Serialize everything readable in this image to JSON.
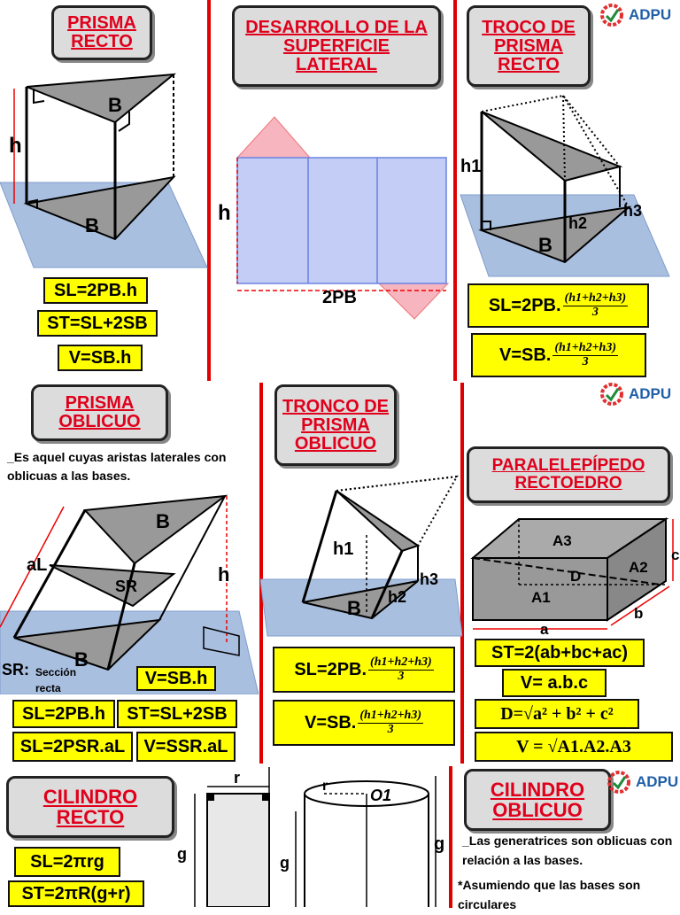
{
  "logo": {
    "text": "ADPU"
  },
  "sections": {
    "prisma_recto": {
      "title": "PRISMA RECTO",
      "labels": {
        "h": "h",
        "b_top": "B",
        "b_bottom": "B"
      },
      "formulas": [
        "SL=2PB.h",
        "ST=SL+2SB",
        "V=SB.h"
      ]
    },
    "desarrollo": {
      "title": "DESARROLLO DE LA SUPERFICIE LATERAL",
      "labels": {
        "h": "h",
        "perimeter": "2PB"
      }
    },
    "troco": {
      "title": "TROCO DE PRISMA RECTO",
      "labels": {
        "h1": "h1",
        "h2": "h2",
        "h3": "h3",
        "b": "B"
      },
      "formula_sl_prefix": "SL=2PB.",
      "formula_v_prefix": "V=SB.",
      "fraction_num": "(h1+h2+h3)",
      "fraction_den": "3"
    },
    "prisma_oblicuo": {
      "title": "PRISMA OBLICUO",
      "description": "_Es aquel cuyas aristas laterales con oblicuas a las bases.",
      "labels": {
        "al": "aL",
        "b_top": "B",
        "sr": "SR",
        "b_bottom": "B",
        "h": "h",
        "sr_caption": "SR:",
        "seccion": "Sección recta"
      },
      "formulas": {
        "v": "V=SB.h",
        "sl1": "SL=2PB.h",
        "st": "ST=SL+2SB",
        "sl2": "SL=2PSR.aL",
        "v2": "V=SSR.aL"
      }
    },
    "tronco_oblicuo": {
      "title": "TRONCO DE PRISMA OBLICUO",
      "labels": {
        "h1": "h1",
        "h2": "h2",
        "h3": "h3",
        "b": "B"
      },
      "formula_sl_prefix": "SL=2PB.",
      "formula_v_prefix": "V=SB.",
      "fraction_num": "(h1+h2+h3)",
      "fraction_den": "3"
    },
    "paralelepipedo": {
      "title": "PARALELEPÍPEDO RECTOEDRO",
      "labels": {
        "a3": "A3",
        "a2": "A2",
        "a1": "A1",
        "d": "D",
        "a": "a",
        "b": "b",
        "c": "c"
      },
      "formulas": {
        "st": "ST=2(ab+bc+ac)",
        "v": "V= a.b.c",
        "d": "D=√a² + b² + c²",
        "v2": "V = √A1.A2.A3"
      }
    },
    "cilindro_recto": {
      "title": "CILINDRO RECTO",
      "labels": {
        "r": "r",
        "g1": "g",
        "g2": "g",
        "o1": "O1"
      },
      "formulas": [
        "SL=2πrg",
        "ST=2πR(g+r)"
      ]
    },
    "cilindro_oblicuo": {
      "title": "CILINDRO OBLICUO",
      "labels": {
        "g": "g"
      },
      "description": "_Las generatrices son oblicuas con relación a las bases.",
      "note": "*Asumiendo que las bases son circulares"
    }
  },
  "colors": {
    "title_red": "#e0001b",
    "formula_yellow": "#ffff00",
    "plane_blue": "#a9bfe0",
    "divider_red": "#e00000"
  }
}
